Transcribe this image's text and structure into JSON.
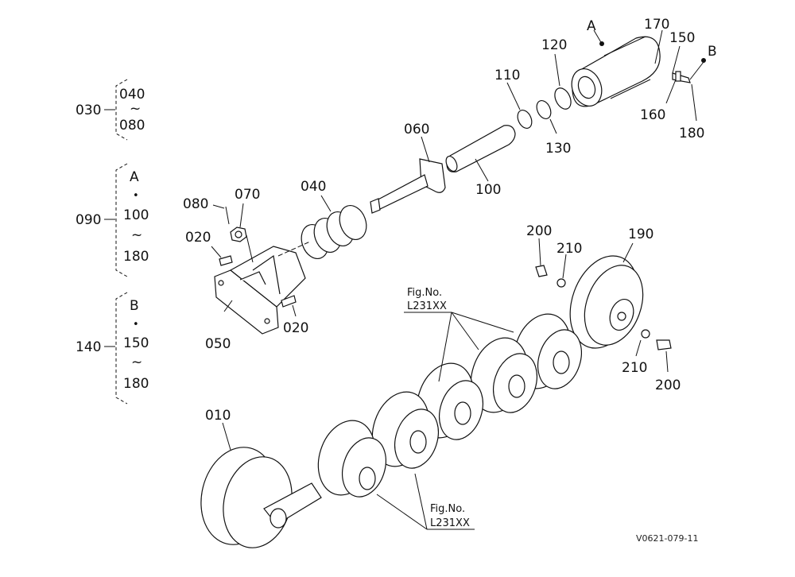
{
  "callouts": {
    "p010": "010",
    "p020a": "020",
    "p020b": "020",
    "p040": "040",
    "p050": "050",
    "p060": "060",
    "p070": "070",
    "p080": "080",
    "p100": "100",
    "p110": "110",
    "p120": "120",
    "p130": "130",
    "p150": "150",
    "p160": "160",
    "p170": "170",
    "p180": "180",
    "p190": "190",
    "p200a": "200",
    "p200b": "200",
    "p210a": "210",
    "p210b": "210",
    "refA": "A",
    "refB": "B"
  },
  "groups": {
    "g030": {
      "label": "030",
      "top": "040",
      "tilde": "~",
      "bottom": "080"
    },
    "g090": {
      "label": "090",
      "top": "A",
      "dot": "•",
      "mid": "100",
      "tilde": "~",
      "bottom": "180"
    },
    "g140": {
      "label": "140",
      "top": "B",
      "dot": "•",
      "mid": "150",
      "tilde": "~",
      "bottom": "180"
    }
  },
  "figrefs": {
    "upper": {
      "line1": "Fig.No.",
      "line2": "L231XX"
    },
    "lower": {
      "line1": "Fig.No.",
      "line2": "L231XX"
    }
  },
  "drawing_id": "V0621-079-11"
}
